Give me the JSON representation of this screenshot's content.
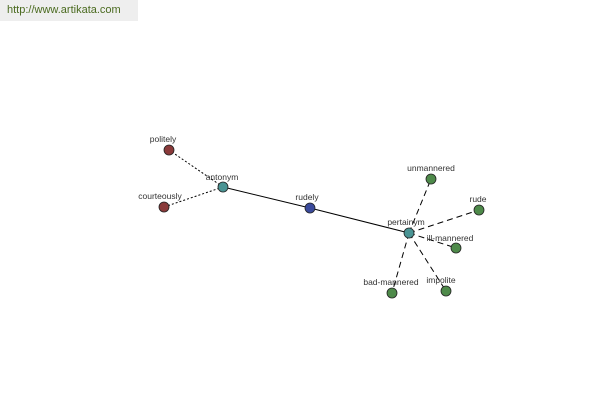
{
  "watermark": {
    "text": "http://www.artikata.com"
  },
  "colors": {
    "center": "#3a4a9c",
    "relation": "#4a9494",
    "antonym_word": "#8a3a3a",
    "pertainym_word": "#4e8a4a",
    "edge": "#000000"
  },
  "graph": {
    "nodes": [
      {
        "id": "rudely",
        "label": "rudely",
        "kind": "center"
      },
      {
        "id": "antonym",
        "label": "antonym",
        "kind": "relation"
      },
      {
        "id": "pertainym",
        "label": "pertainym",
        "kind": "relation"
      },
      {
        "id": "politely",
        "label": "politely",
        "kind": "antonym_word"
      },
      {
        "id": "courteously",
        "label": "courteously",
        "kind": "antonym_word"
      },
      {
        "id": "unmannered",
        "label": "unmannered",
        "kind": "pertainym_word"
      },
      {
        "id": "rude",
        "label": "rude",
        "kind": "pertainym_word"
      },
      {
        "id": "ill-mannered",
        "label": "ill-mannered",
        "kind": "pertainym_word"
      },
      {
        "id": "impolite",
        "label": "impolite",
        "kind": "pertainym_word"
      },
      {
        "id": "bad-mannered",
        "label": "bad-mannered",
        "kind": "pertainym_word"
      }
    ],
    "edges": [
      {
        "from": "rudely",
        "to": "antonym",
        "style": "solid"
      },
      {
        "from": "rudely",
        "to": "pertainym",
        "style": "solid"
      },
      {
        "from": "antonym",
        "to": "politely",
        "style": "dotted"
      },
      {
        "from": "antonym",
        "to": "courteously",
        "style": "dotted"
      },
      {
        "from": "pertainym",
        "to": "unmannered",
        "style": "dashed"
      },
      {
        "from": "pertainym",
        "to": "rude",
        "style": "dashed"
      },
      {
        "from": "pertainym",
        "to": "ill-mannered",
        "style": "dashed"
      },
      {
        "from": "pertainym",
        "to": "impolite",
        "style": "dashed"
      },
      {
        "from": "pertainym",
        "to": "bad-mannered",
        "style": "dashed"
      }
    ]
  }
}
